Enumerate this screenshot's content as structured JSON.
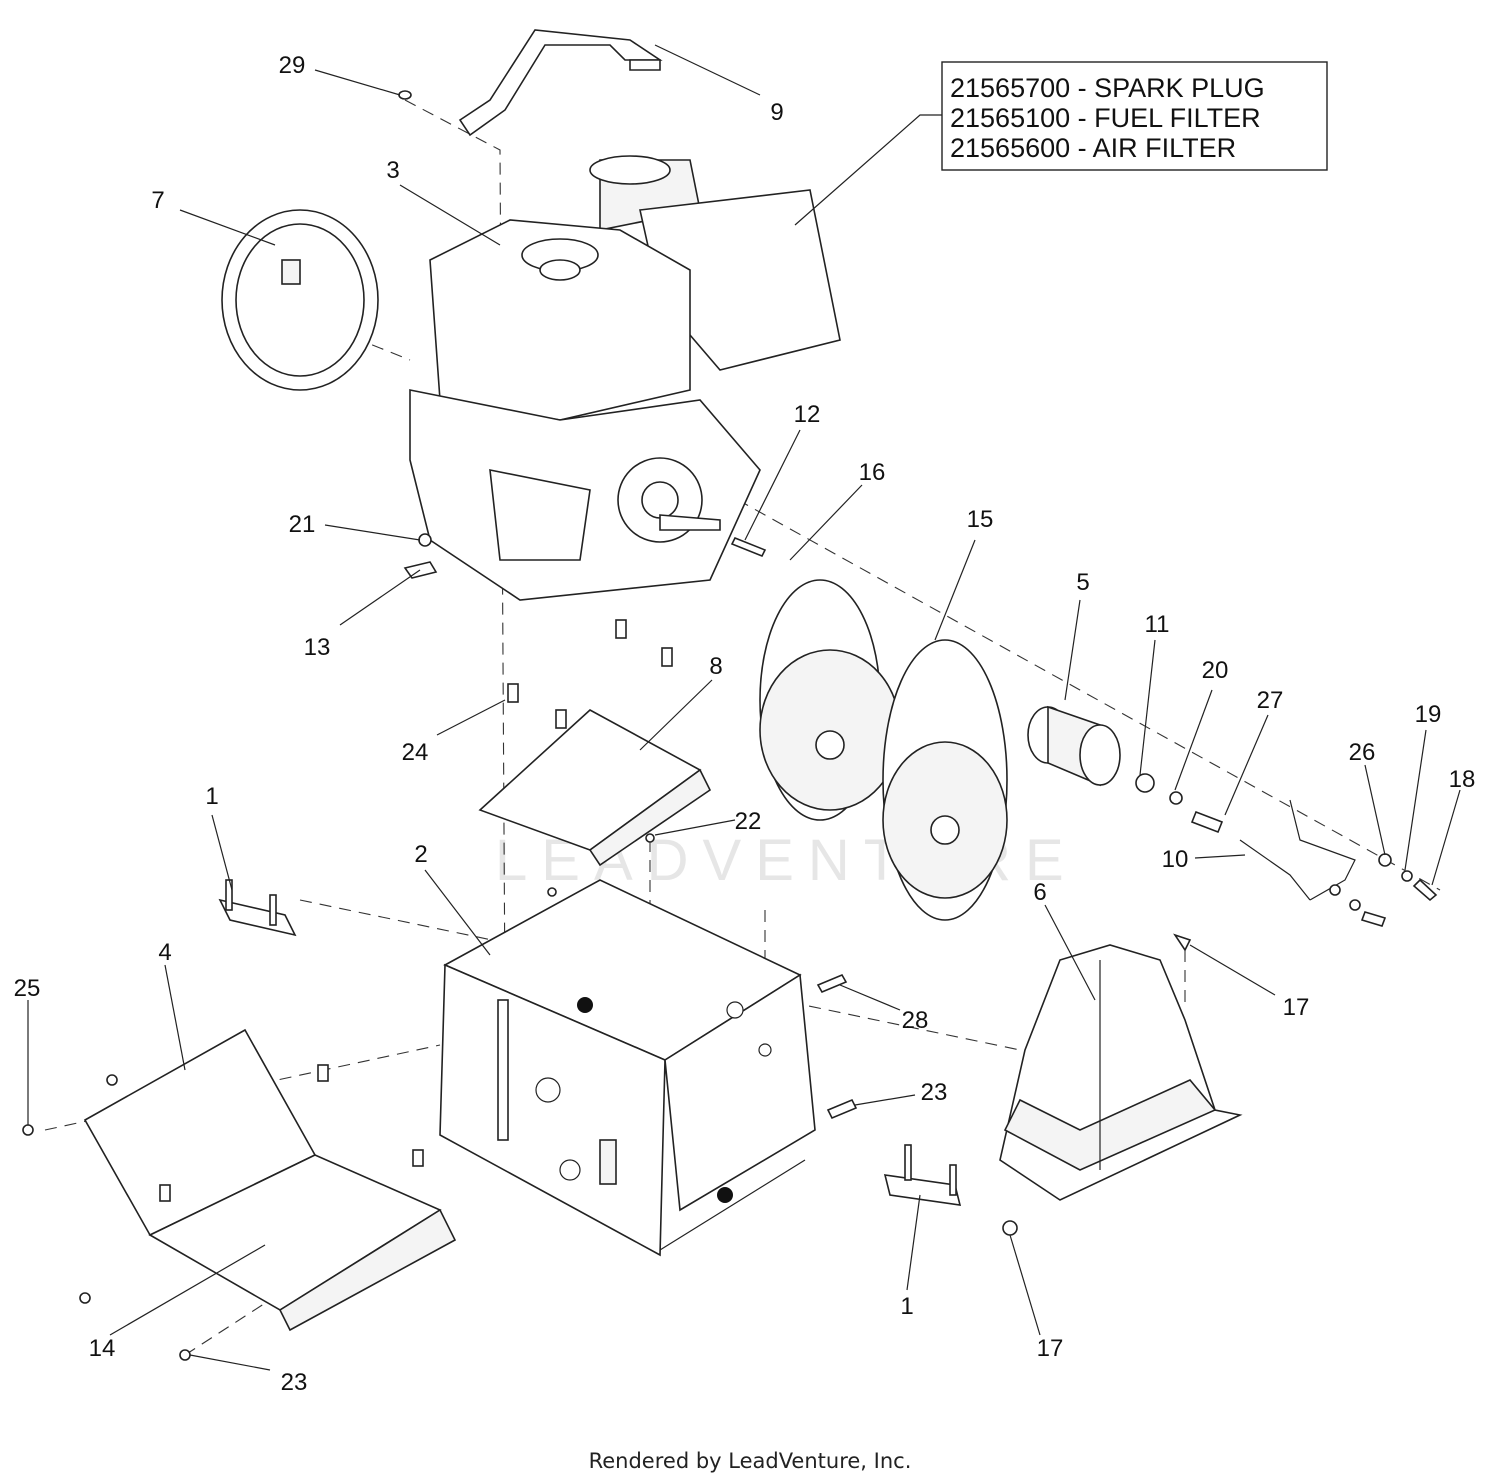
{
  "legend": {
    "lines": [
      "21565700 - SPARK PLUG",
      "21565100 - FUEL FILTER",
      "21565600 - AIR FILTER"
    ]
  },
  "watermark": "LEADVENTURE",
  "footer": "Rendered by LeadVenture, Inc.",
  "callouts": [
    {
      "id": "c29",
      "label": "29"
    },
    {
      "id": "c9",
      "label": "9"
    },
    {
      "id": "c3",
      "label": "3"
    },
    {
      "id": "c7",
      "label": "7"
    },
    {
      "id": "c12",
      "label": "12"
    },
    {
      "id": "c16",
      "label": "16"
    },
    {
      "id": "c15",
      "label": "15"
    },
    {
      "id": "c21",
      "label": "21"
    },
    {
      "id": "c13",
      "label": "13"
    },
    {
      "id": "c5",
      "label": "5"
    },
    {
      "id": "c11",
      "label": "11"
    },
    {
      "id": "c20",
      "label": "20"
    },
    {
      "id": "c27",
      "label": "27"
    },
    {
      "id": "c19",
      "label": "19"
    },
    {
      "id": "c18",
      "label": "18"
    },
    {
      "id": "c26",
      "label": "26"
    },
    {
      "id": "c8",
      "label": "8"
    },
    {
      "id": "c24",
      "label": "24"
    },
    {
      "id": "c1a",
      "label": "1"
    },
    {
      "id": "c22",
      "label": "22"
    },
    {
      "id": "c10",
      "label": "10"
    },
    {
      "id": "c2",
      "label": "2"
    },
    {
      "id": "c6",
      "label": "6"
    },
    {
      "id": "c4",
      "label": "4"
    },
    {
      "id": "c25",
      "label": "25"
    },
    {
      "id": "c17a",
      "label": "17"
    },
    {
      "id": "c28",
      "label": "28"
    },
    {
      "id": "c23a",
      "label": "23"
    },
    {
      "id": "c1b",
      "label": "1"
    },
    {
      "id": "c17b",
      "label": "17"
    },
    {
      "id": "c14",
      "label": "14"
    },
    {
      "id": "c23b",
      "label": "23"
    }
  ]
}
